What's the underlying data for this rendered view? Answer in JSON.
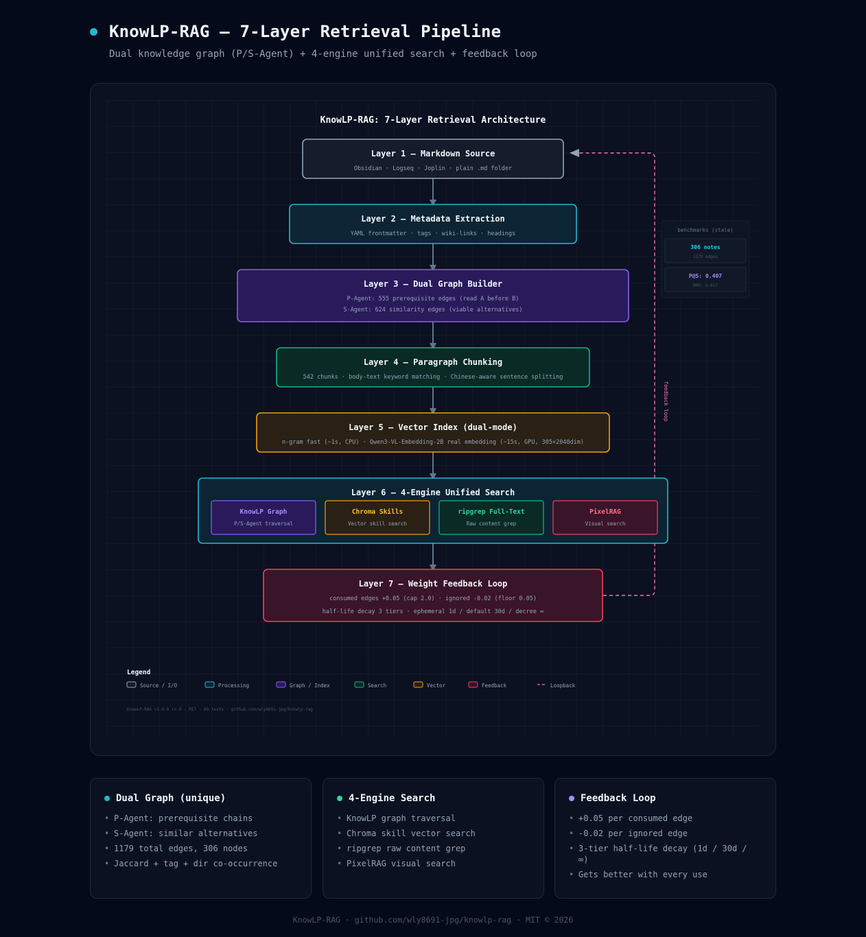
{
  "header": {
    "title": "KnowLP-RAG — 7-Layer Retrieval Pipeline",
    "subtitle": "Dual knowledge graph (P/S-Agent) + 4-engine unified search + feedback loop"
  },
  "diagram": {
    "title": "KnowLP-RAG: 7-Layer Retrieval Architecture",
    "layers": [
      {
        "title": "Layer 1 — Markdown Source",
        "lines": [
          "Obsidian · Logseq · Joplin · plain .md folder"
        ],
        "category": "source"
      },
      {
        "title": "Layer 2 — Metadata Extraction",
        "lines": [
          "YAML frontmatter · tags · wiki-links · headings"
        ],
        "category": "processing"
      },
      {
        "title": "Layer 3 — Dual Graph Builder",
        "lines": [
          "P-Agent: 555 prerequisite edges (read A before B)",
          "S-Agent: 624 similarity edges (viable alternatives)"
        ],
        "category": "graph"
      },
      {
        "title": "Layer 4 — Paragraph Chunking",
        "lines": [
          "542 chunks · body-text keyword matching · Chinese-aware sentence splitting"
        ],
        "category": "search"
      },
      {
        "title": "Layer 5 — Vector Index (dual-mode)",
        "lines": [
          "n-gram fast (~1s, CPU) · Qwen3-VL-Embedding-2B real embedding (~15s, GPU, 305×2048dim)"
        ],
        "category": "vector"
      },
      {
        "title": "Layer 6 — 4-Engine Unified Search",
        "lines": [],
        "category": "processing"
      },
      {
        "title": "Layer 7 — Weight Feedback Loop",
        "lines": [
          "consumed edges +0.05 (cap 2.0) · ignored -0.02 (floor 0.05)",
          "half-life decay 3 tiers · ephemeral 1d / default 30d / decree ∞"
        ],
        "category": "feedback"
      }
    ],
    "engines": [
      {
        "name": "KnowLP Graph",
        "desc": "P/S-Agent traversal",
        "category": "graph"
      },
      {
        "name": "Chroma Skills",
        "desc": "Vector skill search",
        "category": "vector"
      },
      {
        "name": "ripgrep Full-Text",
        "desc": "Raw content grep",
        "category": "search"
      },
      {
        "name": "PixelRAG",
        "desc": "Visual search",
        "category": "feedback"
      }
    ],
    "feedback_label": "feedback loop",
    "benchmarks": {
      "title": "benchmarks (stale)",
      "items": [
        {
          "value": "306 notes",
          "sub": "1179 edges",
          "color": "#22d3ee"
        },
        {
          "value": "P@5: 0.407",
          "sub": "MRR: 0.617",
          "color": "#a78bfa"
        }
      ]
    },
    "legend": {
      "title": "Legend",
      "items": [
        {
          "label": "Source / I/O",
          "category": "source"
        },
        {
          "label": "Processing",
          "category": "processing"
        },
        {
          "label": "Graph / Index",
          "category": "graph"
        },
        {
          "label": "Search",
          "category": "search"
        },
        {
          "label": "Vector",
          "category": "vector"
        },
        {
          "label": "Feedback",
          "category": "feedback"
        },
        {
          "label": "Loopback",
          "category": "loop"
        }
      ]
    },
    "meta_line": "KnowLP-RAG v1.0.0 rc.0 · MIT · 69 tests · github.com/wly8691-jpg/knowlp-rag"
  },
  "palette": {
    "source": {
      "stroke": "#94a3b8",
      "fill": "#151c2c",
      "text": "#e2e8f0"
    },
    "processing": {
      "stroke": "#22b8cf",
      "fill": "#0c2434",
      "text": "#22d3ee"
    },
    "graph": {
      "stroke": "#8b5cf6",
      "fill": "#2a1a5c",
      "text": "#a78bfa"
    },
    "search": {
      "stroke": "#10b981",
      "fill": "#0a2a26",
      "text": "#34d399"
    },
    "vector": {
      "stroke": "#f59e0b",
      "fill": "#2a2014",
      "text": "#fbbf24"
    },
    "feedback": {
      "stroke": "#f43f5e",
      "fill": "#3a1428",
      "text": "#fb7185"
    },
    "loop": {
      "stroke": "#f472b6",
      "fill": "none",
      "text": "#f472b6"
    }
  },
  "cards": [
    {
      "title": "Dual Graph (unique)",
      "dot_color": "#22b8cf",
      "items": [
        "P-Agent: prerequisite chains",
        "S-Agent: similar alternatives",
        "1179 total edges, 306 nodes",
        "Jaccard + tag + dir co-occurrence"
      ]
    },
    {
      "title": "4-Engine Search",
      "dot_color": "#34d399",
      "items": [
        "KnowLP graph traversal",
        "Chroma skill vector search",
        "ripgrep raw content grep",
        "PixelRAG visual search"
      ]
    },
    {
      "title": "Feedback Loop",
      "dot_color": "#a78bfa",
      "items": [
        "+0.05 per consumed edge",
        "-0.02 per ignored edge",
        "3-tier half-life decay (1d / 30d / ∞)",
        "Gets better with every use"
      ]
    }
  ],
  "footer": "KnowLP-RAG · github.com/wly8691-jpg/knowlp-rag · MIT © 2026"
}
